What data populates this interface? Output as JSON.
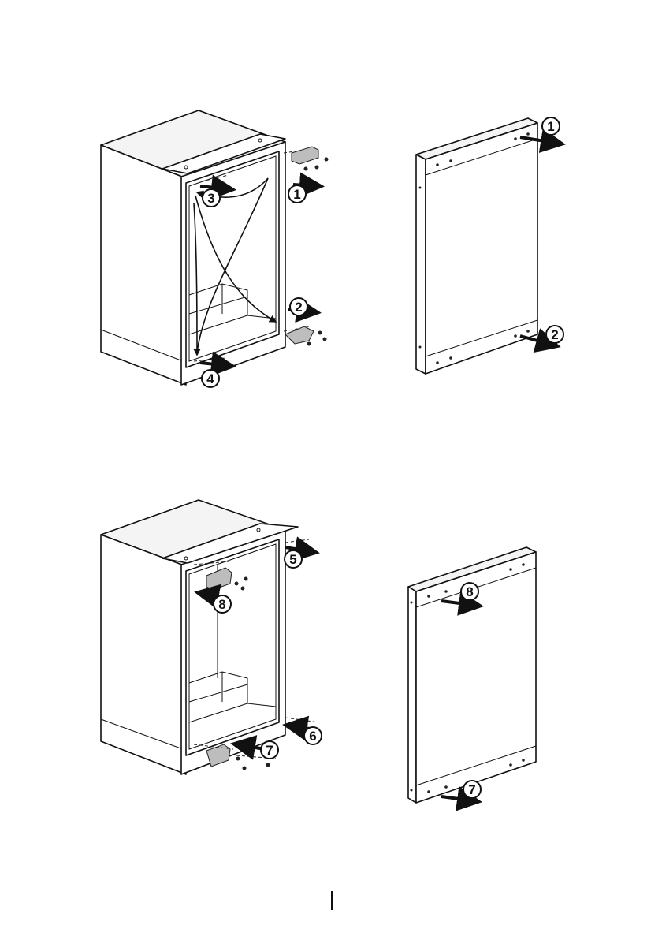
{
  "callouts": {
    "c1a": "1",
    "c2a": "2",
    "c3": "3",
    "c4": "4",
    "c1b": "1",
    "c2b": "2",
    "c5": "5",
    "c6": "6",
    "c7a": "7",
    "c8a": "8",
    "c8b": "8",
    "c7b": "7"
  },
  "colors": {
    "line": "#111111",
    "hinge": "#bdbdbd",
    "background": "#ffffff"
  }
}
